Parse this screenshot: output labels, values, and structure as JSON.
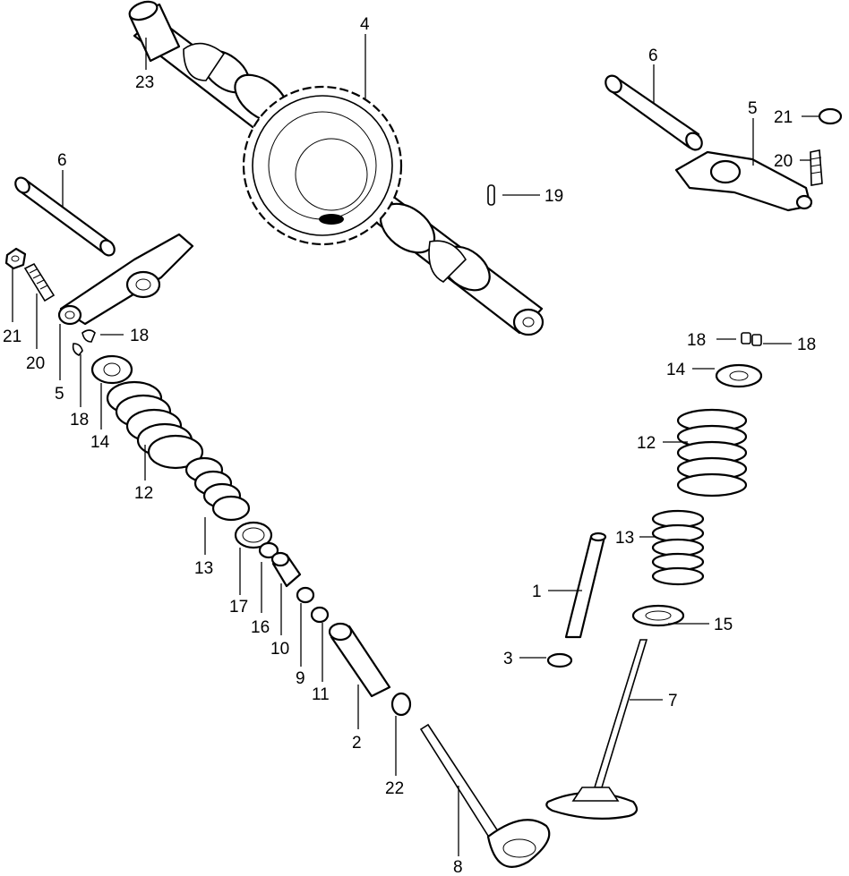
{
  "labels": {
    "p1": "1",
    "p2": "2",
    "p3": "3",
    "p4": "4",
    "p5_left": "5",
    "p5_right": "5",
    "p6_left": "6",
    "p6_right": "6",
    "p7": "7",
    "p8": "8",
    "p9": "9",
    "p10": "10",
    "p11": "11",
    "p12_left": "12",
    "p12_right": "12",
    "p13_left": "13",
    "p13_right": "13",
    "p14_left": "14",
    "p14_right": "14",
    "p15": "15",
    "p16": "16",
    "p17": "17",
    "p18_left_a": "18",
    "p18_left_b": "18",
    "p18_right_a": "18",
    "p18_right_b": "18",
    "p19": "19",
    "p20_left": "20",
    "p20_right": "20",
    "p21_left": "21",
    "p21_right": "21",
    "p22": "22",
    "p23": "23"
  },
  "colors": {
    "line": "#000000",
    "background": "#ffffff"
  }
}
